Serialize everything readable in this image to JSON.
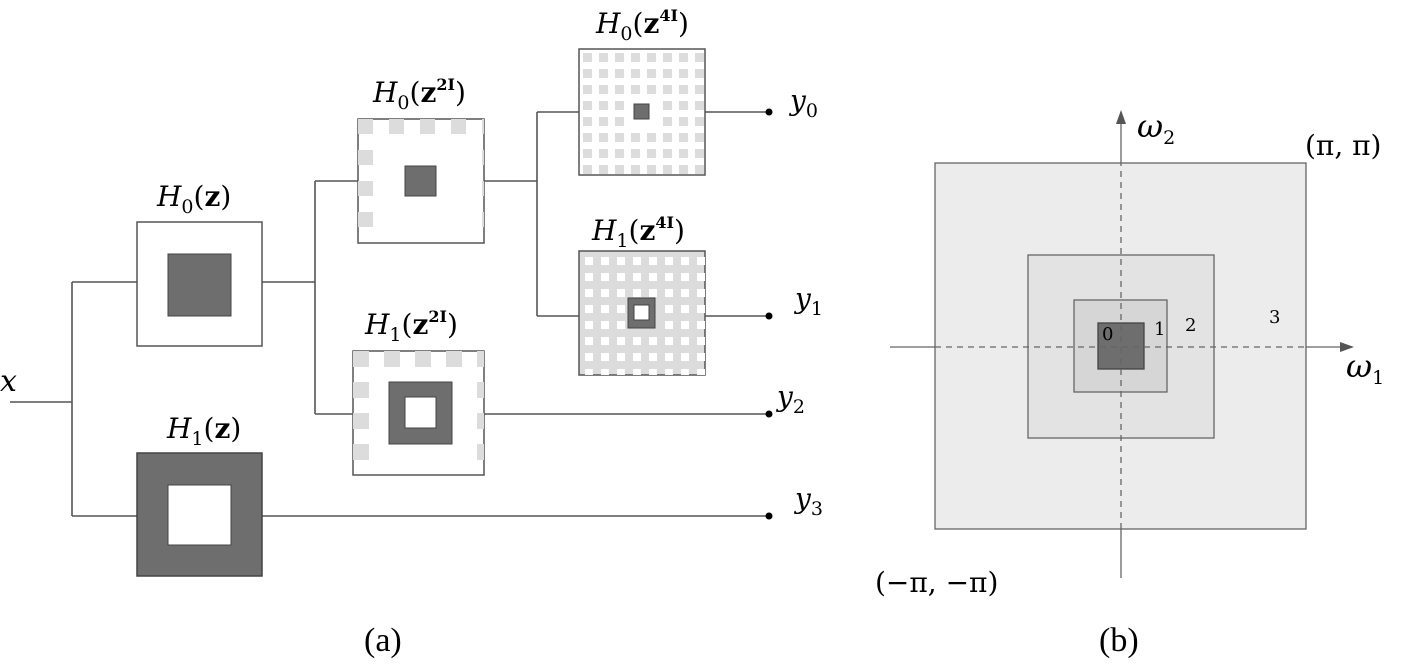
{
  "panel_a": {
    "input_label": "x",
    "level1": {
      "lowpass_label": "H0(z)",
      "highpass_label": "H1(z)"
    },
    "level2": {
      "lowpass_label": "H0(z^2I)",
      "highpass_label": "H1(z^2I)"
    },
    "level3": {
      "lowpass_label": "H0(z^4I)",
      "highpass_label": "H1(z^4I)"
    },
    "outputs": [
      "y0",
      "y1",
      "y2",
      "y3"
    ],
    "caption": "(a)"
  },
  "panel_b": {
    "axis_x_label": "ω1",
    "axis_y_label": "ω2",
    "corner_top_right": "(π, π)",
    "corner_bottom_left": "(−π, −π)",
    "band_labels": [
      "0",
      "1",
      "2",
      "3"
    ],
    "caption": "(b)"
  },
  "colors": {
    "dark": "#6e6e6e",
    "light": "#dcdcdc",
    "band1": "#d6d6d6",
    "band2": "#e3e3e3",
    "band3": "#ececec"
  }
}
